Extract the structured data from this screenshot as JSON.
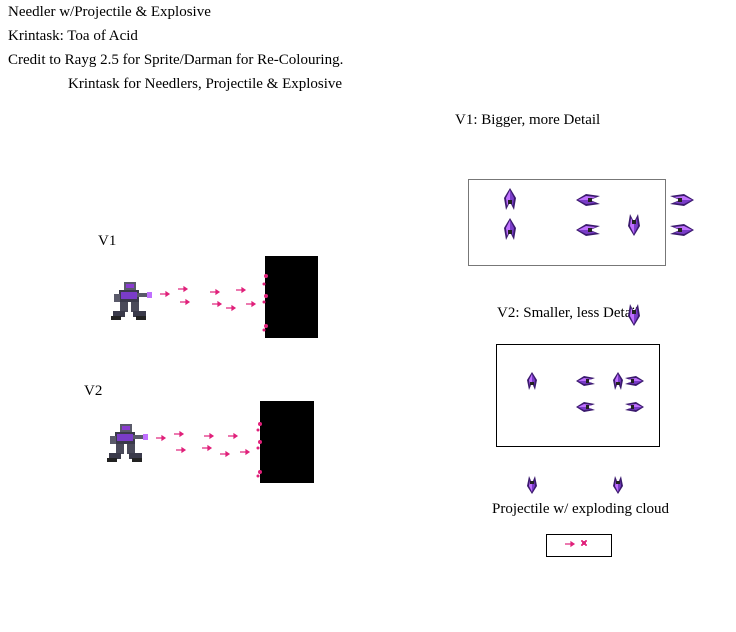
{
  "credits": {
    "line1": "Needler w/Projectile & Explosive",
    "line2": "Krintask: Toa of Acid",
    "line3": "Credit to Rayg 2.5 for Sprite/Darman for Re-Colouring.",
    "line4": "Krintask for Needlers, Projectile & Explosive"
  },
  "demo": {
    "v1_label": "V1",
    "v2_label": "V2"
  },
  "panels": {
    "v1_title": "V1: Bigger, more Detail",
    "v2_title": "V2: Smaller, less Detail",
    "projectile_title": "Projectile w/ exploding cloud"
  },
  "colors": {
    "needle": "#e0207a",
    "blade_dark": "#3b1a6e",
    "blade_mid": "#7a3cc8",
    "blade_light": "#c070ff",
    "body": "#4a4a5a",
    "armor": "#7a3cc8",
    "wall": "#000000"
  },
  "icons": {
    "character": "toa-sprite-icon",
    "needle": "needle-projectile-icon",
    "cloud": "exploding-cloud-icon",
    "needler": "needler-sprite-icon"
  }
}
